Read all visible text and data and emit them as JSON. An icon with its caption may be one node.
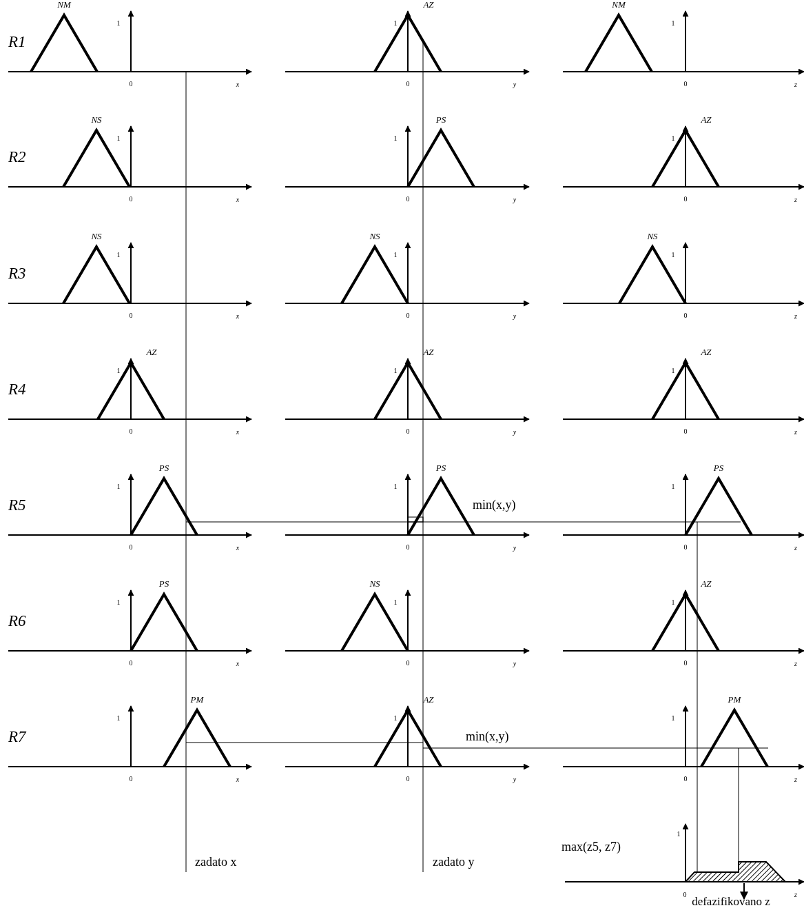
{
  "diagram": {
    "labels": [
      "R1",
      "NM",
      "1",
      "0",
      "x",
      "AZ",
      "1",
      "0",
      "y",
      "NM",
      "1",
      "0",
      "z",
      "R2",
      "NS",
      "1",
      "0",
      "x",
      "PS",
      "1",
      "0",
      "y",
      "AZ",
      "1",
      "0",
      "z",
      "R3",
      "NS",
      "1",
      "0",
      "x",
      "NS",
      "1",
      "0",
      "y",
      "NS",
      "1",
      "0",
      "z",
      "R4",
      "AZ",
      "1",
      "0",
      "x",
      "AZ",
      "1",
      "0",
      "y",
      "AZ",
      "1",
      "0",
      "z",
      "R5",
      "PS",
      "1",
      "0",
      "x",
      "PS",
      "1",
      "0",
      "y",
      "PS",
      "1",
      "0",
      "z",
      "R6",
      "PS",
      "1",
      "0",
      "x",
      "NS",
      "1",
      "0",
      "y",
      "AZ",
      "1",
      "0",
      "z",
      "R7",
      "PM",
      "1",
      "0",
      "x",
      "AZ",
      "1",
      "0",
      "y",
      "PM",
      "1",
      "0",
      "z",
      "min(x,y)",
      "min(x,y)",
      "max(z5, z7)",
      "1",
      "0",
      "z",
      "zadato x",
      "zadato y",
      "defazifikovano z"
    ]
  }
}
